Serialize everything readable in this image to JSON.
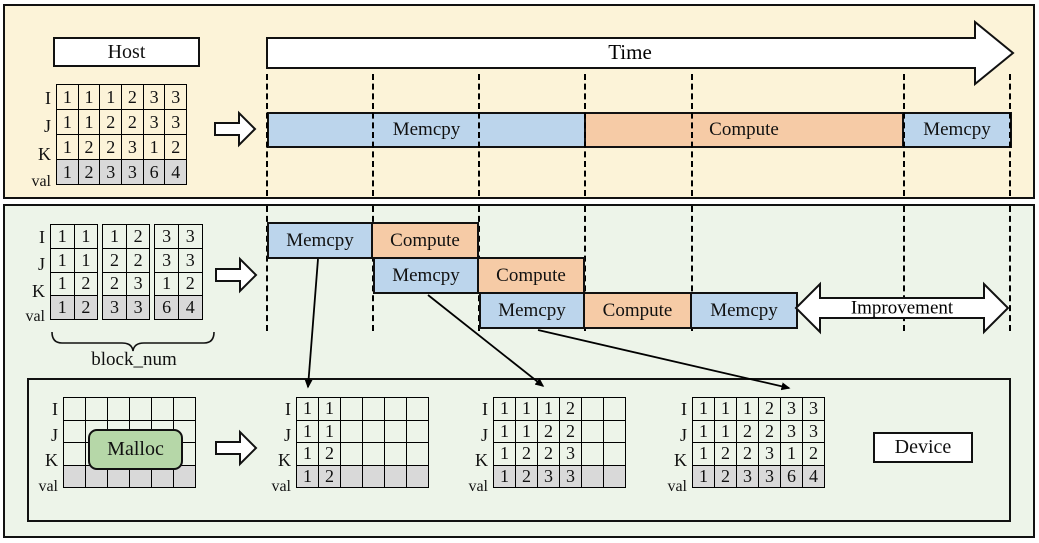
{
  "top_panel": {
    "host_label": "Host",
    "time_label": "Time",
    "matrix": {
      "row_labels": [
        "I",
        "J",
        "K",
        "val"
      ],
      "rows": [
        [
          "1",
          "1",
          "1",
          "2",
          "3",
          "3"
        ],
        [
          "1",
          "1",
          "2",
          "2",
          "3",
          "3"
        ],
        [
          "1",
          "2",
          "2",
          "3",
          "1",
          "2"
        ],
        [
          "1",
          "2",
          "3",
          "3",
          "6",
          "4"
        ]
      ]
    },
    "bars": [
      {
        "label": "Memcpy",
        "kind": "memcpy"
      },
      {
        "label": "Compute",
        "kind": "compute"
      },
      {
        "label": "Memcpy",
        "kind": "memcpy"
      }
    ]
  },
  "pipeline_panel": {
    "block_num_label": "block_num",
    "improvement_label": "Improvement",
    "matrix": {
      "row_labels": [
        "I",
        "J",
        "K",
        "val"
      ],
      "rows": [
        [
          "1",
          "1",
          "1",
          "2",
          "3",
          "3"
        ],
        [
          "1",
          "1",
          "2",
          "2",
          "3",
          "3"
        ],
        [
          "1",
          "2",
          "2",
          "3",
          "1",
          "2"
        ],
        [
          "1",
          "2",
          "3",
          "3",
          "6",
          "4"
        ]
      ]
    },
    "rows": [
      [
        {
          "label": "Memcpy",
          "kind": "memcpy"
        },
        {
          "label": "Compute",
          "kind": "compute"
        }
      ],
      [
        {
          "label": "Memcpy",
          "kind": "memcpy"
        },
        {
          "label": "Compute",
          "kind": "compute"
        }
      ],
      [
        {
          "label": "Memcpy",
          "kind": "memcpy"
        },
        {
          "label": "Compute",
          "kind": "compute"
        },
        {
          "label": "Memcpy",
          "kind": "memcpy"
        }
      ]
    ]
  },
  "device_panel": {
    "malloc_label": "Malloc",
    "device_label": "Device",
    "matrices": [
      {
        "row_labels": [
          "I",
          "J",
          "K",
          "val"
        ],
        "rows": [
          [
            "",
            "",
            "",
            "",
            "",
            ""
          ],
          [
            "",
            "",
            "",
            "",
            "",
            ""
          ],
          [
            "",
            "",
            "",
            "",
            "",
            ""
          ],
          [
            "",
            "",
            "",
            "",
            "",
            ""
          ]
        ]
      },
      {
        "row_labels": [
          "I",
          "J",
          "K",
          "val"
        ],
        "rows": [
          [
            "1",
            "1",
            "",
            "",
            "",
            ""
          ],
          [
            "1",
            "1",
            "",
            "",
            "",
            ""
          ],
          [
            "1",
            "2",
            "",
            "",
            "",
            ""
          ],
          [
            "1",
            "2",
            "",
            "",
            "",
            ""
          ]
        ]
      },
      {
        "row_labels": [
          "I",
          "J",
          "K",
          "val"
        ],
        "rows": [
          [
            "1",
            "1",
            "1",
            "2",
            "",
            ""
          ],
          [
            "1",
            "1",
            "2",
            "2",
            "",
            ""
          ],
          [
            "1",
            "2",
            "2",
            "3",
            "",
            ""
          ],
          [
            "1",
            "2",
            "3",
            "3",
            "",
            ""
          ]
        ]
      },
      {
        "row_labels": [
          "I",
          "J",
          "K",
          "val"
        ],
        "rows": [
          [
            "1",
            "1",
            "1",
            "2",
            "3",
            "3"
          ],
          [
            "1",
            "1",
            "2",
            "2",
            "3",
            "3"
          ],
          [
            "1",
            "2",
            "2",
            "3",
            "1",
            "2"
          ],
          [
            "1",
            "2",
            "3",
            "3",
            "6",
            "4"
          ]
        ]
      }
    ]
  },
  "colors": {
    "memcpy_blue": "#bcd5ec",
    "compute_orange": "#f6cba6",
    "val_gray": "#d9d9d9",
    "malloc_green": "#b6d7a8",
    "host_panel_bg": "#fcf3d8",
    "device_panel_bg": "#edf4e9"
  }
}
